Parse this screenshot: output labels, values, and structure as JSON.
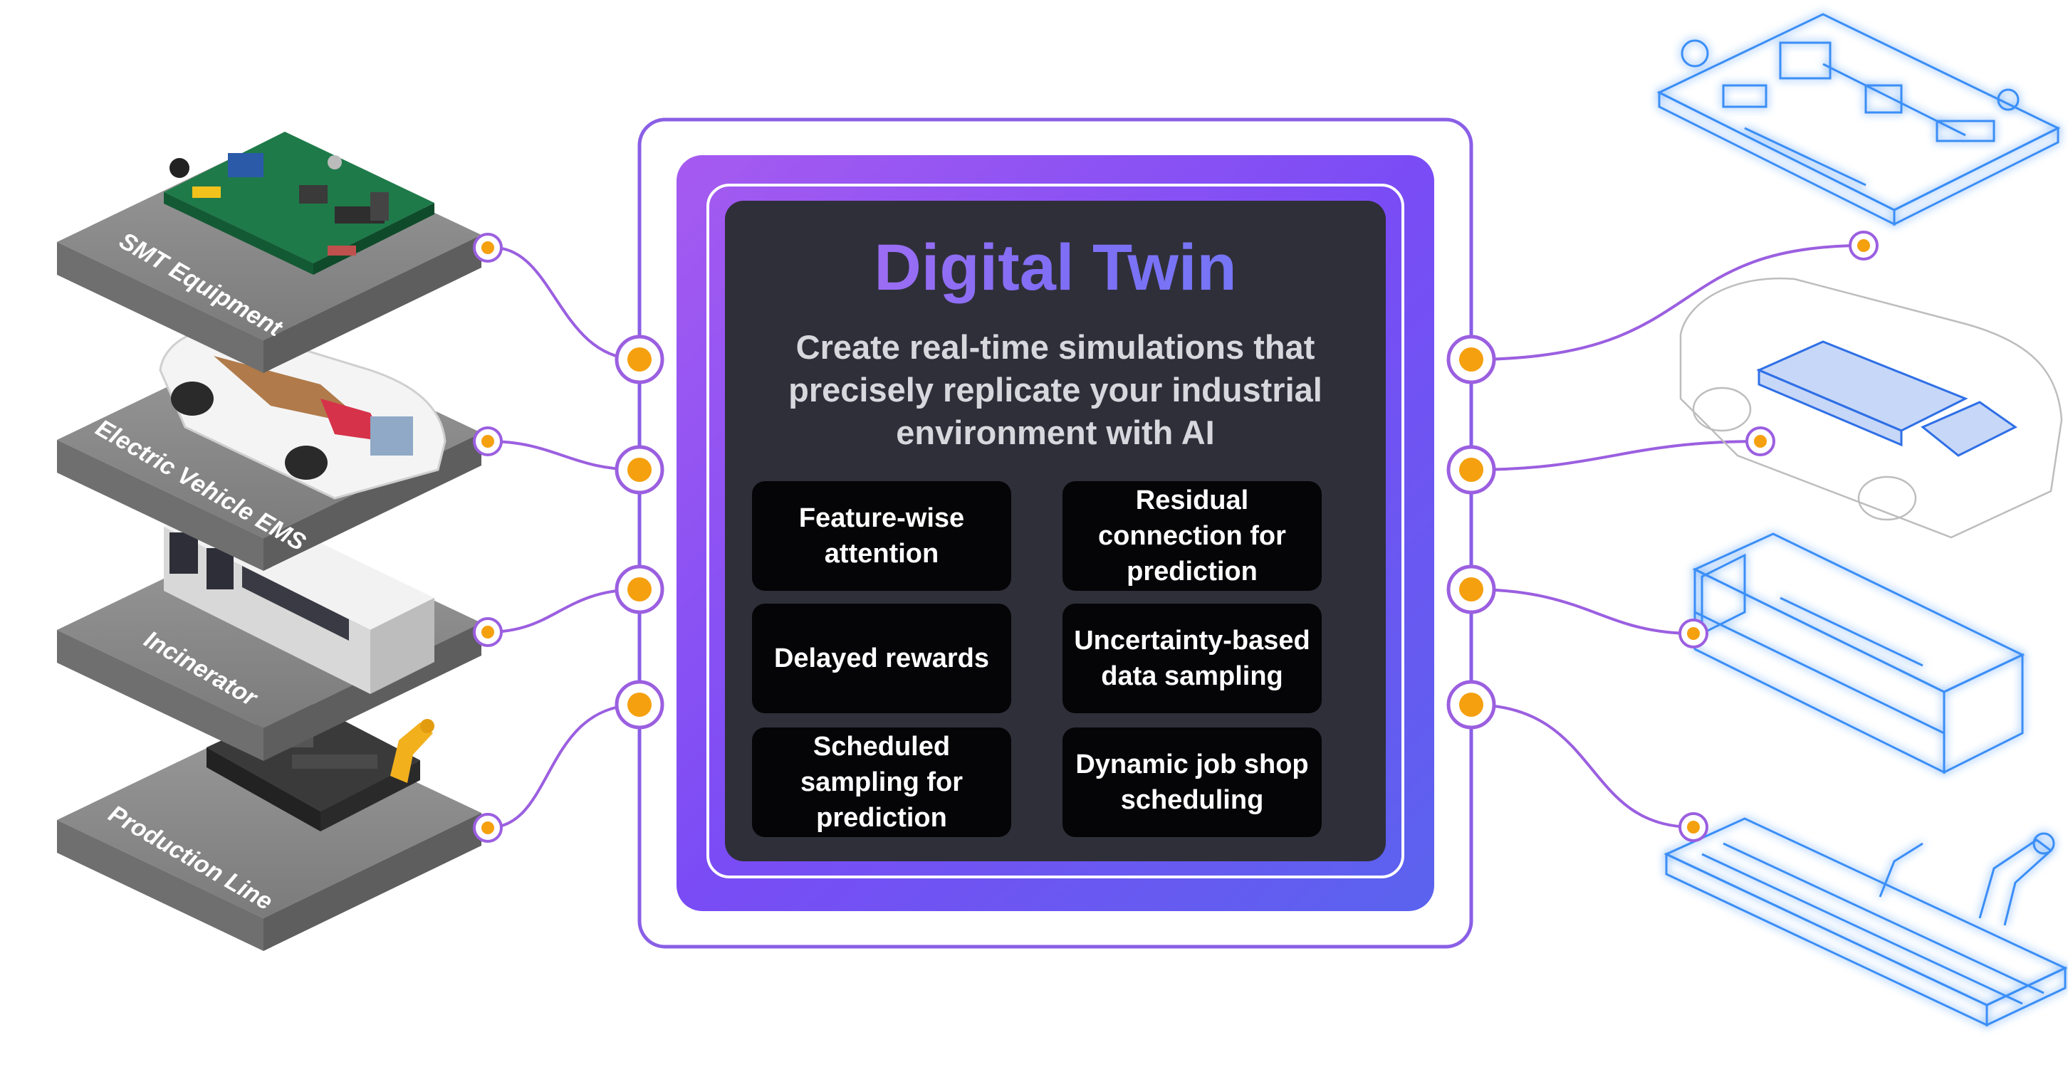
{
  "center": {
    "title": "Digital Twin",
    "subtitle": "Create real-time simulations that precisely replicate your industrial environment with AI",
    "features": [
      "Feature-wise attention",
      "Residual connection for prediction",
      "Delayed rewards",
      "Uncertainty-based data sampling",
      "Scheduled sampling for prediction",
      "Dynamic job shop scheduling"
    ]
  },
  "physical_assets": [
    {
      "label": "SMT Equipment",
      "icon": "pcb-board-icon"
    },
    {
      "label": "Electric Vehicle EMS",
      "icon": "electric-car-icon"
    },
    {
      "label": "Incinerator",
      "icon": "incinerator-icon"
    },
    {
      "label": "Production Line",
      "icon": "robot-arm-production-line-icon"
    }
  ],
  "digital_models": [
    {
      "icon": "pcb-wireframe-icon"
    },
    {
      "icon": "car-wireframe-icon"
    },
    {
      "icon": "incinerator-wireframe-icon"
    },
    {
      "icon": "production-line-wireframe-icon"
    }
  ],
  "colors": {
    "connector_dot": "#f5a00f",
    "connector_line": "#9b5fe0",
    "frame_gradient_start": "#a05cf0",
    "frame_gradient_end": "#5560f2",
    "inner_panel": "#2f2f3a",
    "card": "#050507",
    "tile": "#8a8a8a",
    "wireframe": "#3a8ef6"
  }
}
